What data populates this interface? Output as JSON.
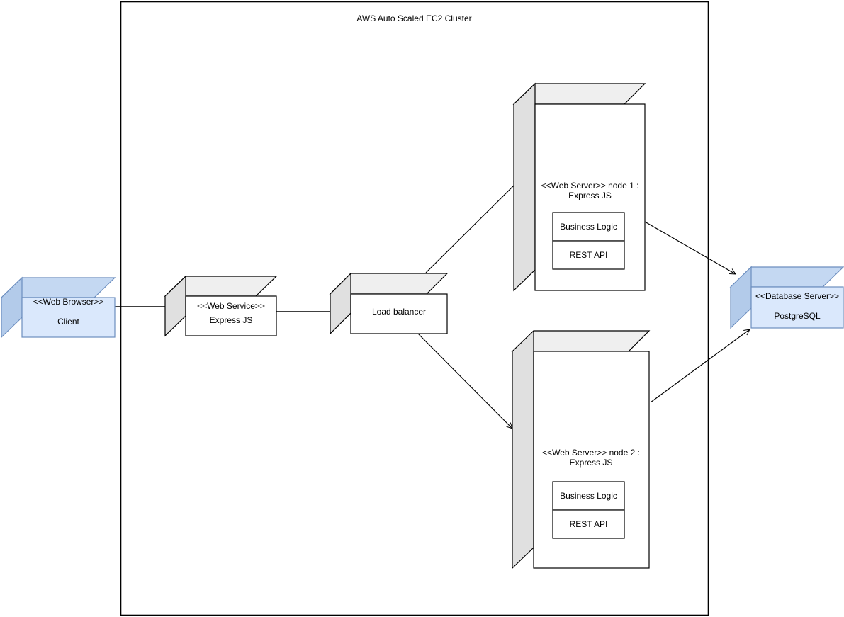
{
  "diagram": {
    "type": "uml-deployment-diagram",
    "title": "AWS Auto Scaled EC2 Cluster"
  },
  "cluster": {
    "title": "AWS Auto Scaled EC2 Cluster"
  },
  "nodes": {
    "client": {
      "stereotype": "<<Web Browser>>",
      "name": "Client",
      "fill": "#dae8fc",
      "side_fill": "#b3cbea",
      "top_fill": "#c4d8f2",
      "stroke": "#6c8ebf"
    },
    "web_service": {
      "stereotype": "<<Web Service>>",
      "name": "Express JS",
      "fill": "#ffffff",
      "side_fill": "#e0e0e0",
      "top_fill": "#efefef",
      "stroke": "#000000"
    },
    "load_balancer": {
      "stereotype": "",
      "name": "Load balancer",
      "fill": "#ffffff",
      "side_fill": "#e0e0e0",
      "top_fill": "#efefef",
      "stroke": "#000000"
    },
    "node1": {
      "label_line1": "<<Web Server>> node 1 :",
      "label_line2": "Express JS",
      "components": [
        {
          "name": "Business Logic"
        },
        {
          "name": "REST API"
        }
      ],
      "fill": "#ffffff",
      "side_fill": "#e0e0e0",
      "top_fill": "#efefef",
      "stroke": "#000000"
    },
    "node2": {
      "label_line1": "<<Web Server>> node 2 :",
      "label_line2": "Express JS",
      "components": [
        {
          "name": "Business Logic"
        },
        {
          "name": "REST API"
        }
      ],
      "fill": "#ffffff",
      "side_fill": "#e0e0e0",
      "top_fill": "#efefef",
      "stroke": "#000000"
    },
    "database": {
      "stereotype": "<<Database Server>>",
      "name": "PostgreSQL",
      "fill": "#dae8fc",
      "side_fill": "#b3cbea",
      "top_fill": "#c4d8f2",
      "stroke": "#6c8ebf"
    }
  },
  "connections": [
    {
      "name": "client-to-web-service",
      "from": "client",
      "to": "web_service",
      "arrow": false
    },
    {
      "name": "web-service-to-load-balancer",
      "from": "web_service",
      "to": "load_balancer",
      "arrow": false
    },
    {
      "name": "load-balancer-to-node1",
      "from": "load_balancer",
      "to": "node1",
      "arrow": true
    },
    {
      "name": "load-balancer-to-node2",
      "from": "load_balancer",
      "to": "node2",
      "arrow": true
    },
    {
      "name": "node1-to-database",
      "from": "node1",
      "to": "database",
      "arrow": true
    },
    {
      "name": "node2-to-database",
      "from": "node2",
      "to": "database",
      "arrow": true
    }
  ]
}
